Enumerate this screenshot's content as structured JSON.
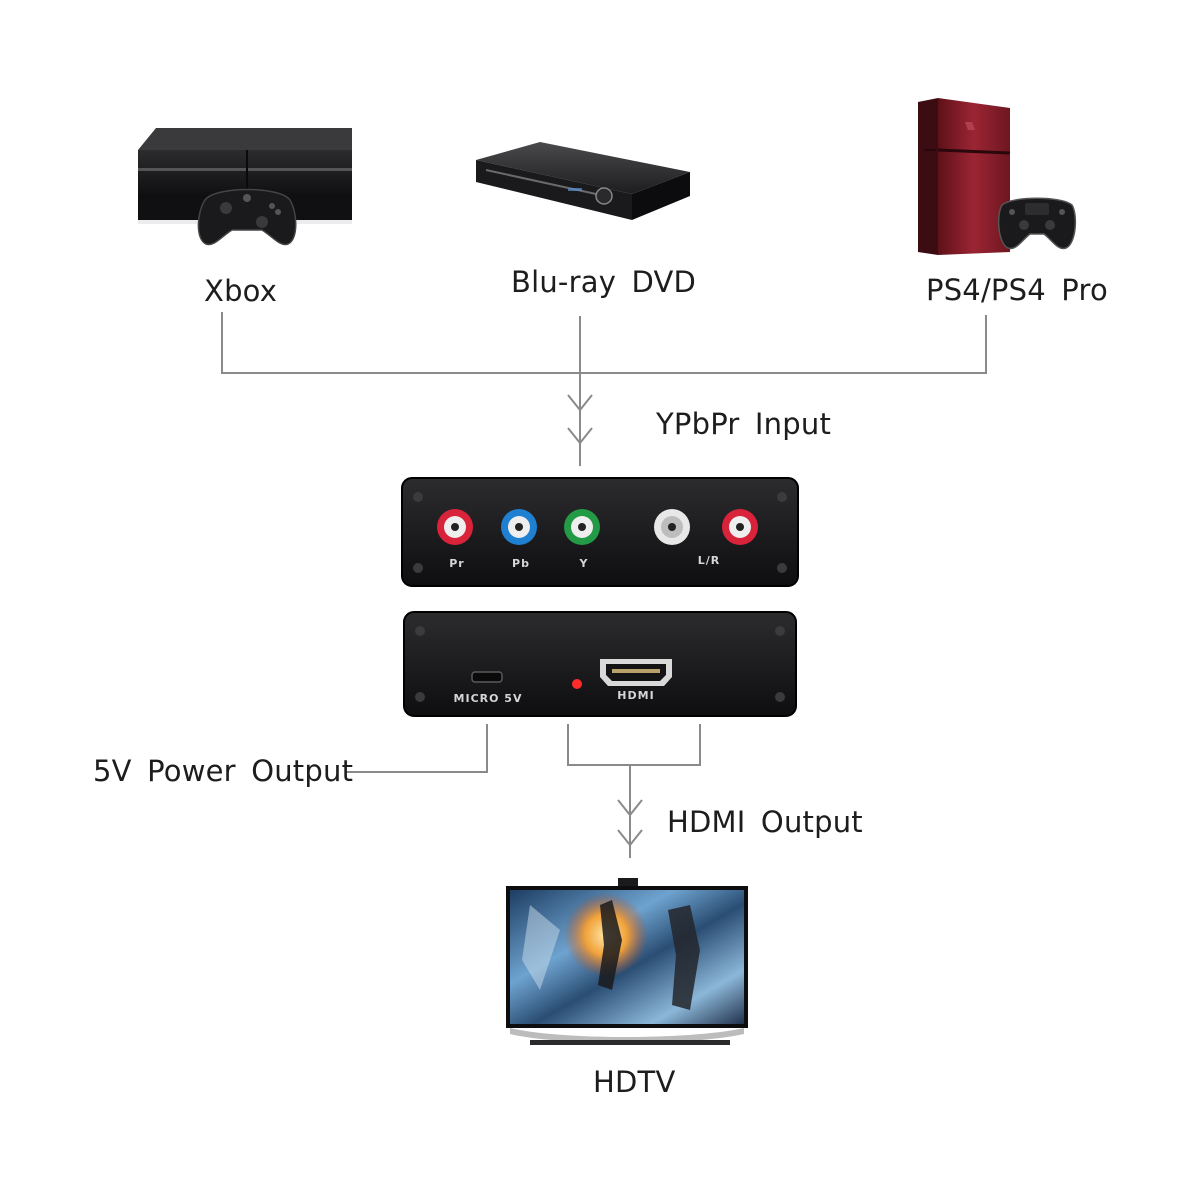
{
  "sources": {
    "xbox": "Xbox",
    "bluray": "Blu-ray DVD",
    "ps4": "PS4/PS4 Pro"
  },
  "flow": {
    "input": "YPbPr Input",
    "power": "5V Power Output",
    "output": "HDMI Output"
  },
  "converter": {
    "front_ports": {
      "pr": "Pr",
      "pb": "Pb",
      "y": "Y",
      "lr": "L/R"
    },
    "back_ports": {
      "micro": "MICRO 5V",
      "hdmi": "HDMI"
    }
  },
  "display": {
    "label": "HDTV"
  },
  "colors": {
    "line": "#8a8a8a",
    "device_body": "#1c1c1e",
    "ps4_red": "#8a1f2c",
    "port_red": "#d8233a",
    "port_blue": "#1f7fd0",
    "port_green": "#239a45",
    "port_white": "#e8e8e8",
    "led": "#ff2b2b"
  }
}
